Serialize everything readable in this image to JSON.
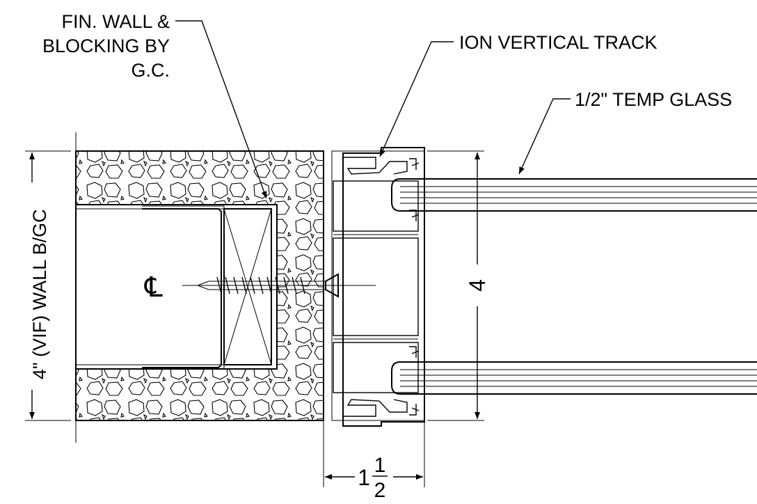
{
  "labels": {
    "fin_wall_line1": "FIN. WALL &",
    "fin_wall_line2": "BLOCKING BY",
    "fin_wall_line3": "G.C.",
    "vertical_track": "ION VERTICAL TRACK",
    "glass": "1/2\" TEMP GLASS",
    "wall_dimension": "4\" (VIF) WALL B/GC",
    "centerline_symbol": "℄"
  },
  "dimensions": {
    "track_depth": "4",
    "track_width_whole": "1",
    "track_width_numerator": "1",
    "track_width_denominator": "2"
  }
}
